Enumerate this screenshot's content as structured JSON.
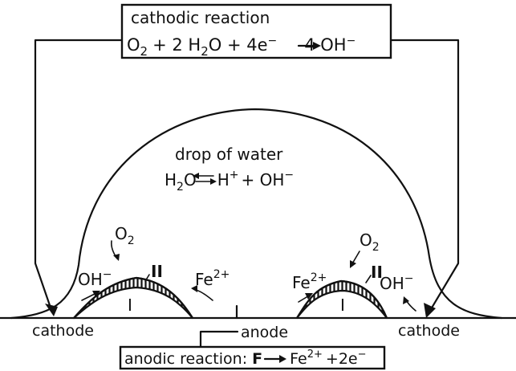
{
  "cathodic_box": {
    "title": "cathodic reaction",
    "equation": {
      "o": "O",
      "o_sub": "2",
      "plus_2": "+ 2 H",
      "h_sub": "2",
      "rest": "O + 4e",
      "e_sup": "−",
      "product": "4 OH",
      "product_sup": "−"
    }
  },
  "drop": {
    "title": "drop of water",
    "equilibrium": {
      "h": "H",
      "h_sub": "2",
      "o": "O",
      "products": "H",
      "h_sup": "+",
      "plus": "+ OH",
      "oh_sup": "−"
    }
  },
  "left_side": {
    "o2": "O",
    "o2_sub": "2",
    "oh": "OH",
    "oh_sup": "−",
    "fe": "Fe",
    "fe_sup": "2+",
    "roman_one": "I",
    "roman_two": "II",
    "cathode": "cathode"
  },
  "right_side": {
    "o2": "O",
    "o2_sub": "2",
    "oh": "OH",
    "oh_sup": "−",
    "fe": "Fe",
    "fe_sup": "2+",
    "roman_one": "I",
    "roman_two": "II",
    "cathode": "cathode"
  },
  "anode": {
    "label": "anode"
  },
  "anodic_box": {
    "prefix": "anodic reaction: ",
    "reactant": "F",
    "product": "Fe",
    "product_sup": "2+",
    "rest": "+2e",
    "e_sup": "−"
  },
  "colors": {
    "ink": "#111111",
    "background": "#ffffff"
  }
}
